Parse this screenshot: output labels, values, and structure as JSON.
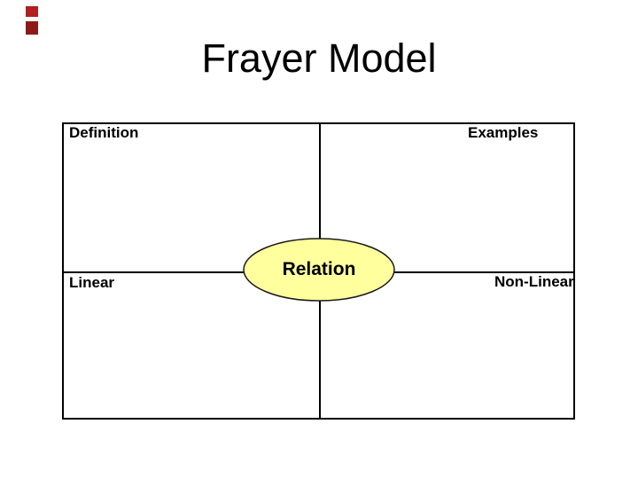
{
  "slide": {
    "title": "Frayer Model",
    "background_color": "#FFFFFF"
  },
  "corner_decoration": {
    "top_mark_color": "#B22020",
    "bottom_mark_color": "#8C1A1A"
  },
  "grid": {
    "line_color": "#000000",
    "labels": {
      "top_left": "Definition",
      "top_right": "Examples",
      "bottom_left": "Linear",
      "bottom_right": "Non-Linear"
    }
  },
  "ellipse": {
    "label": "Relation",
    "fill_color": "#FFFF9E",
    "stroke_color": "#1A1A1A"
  }
}
